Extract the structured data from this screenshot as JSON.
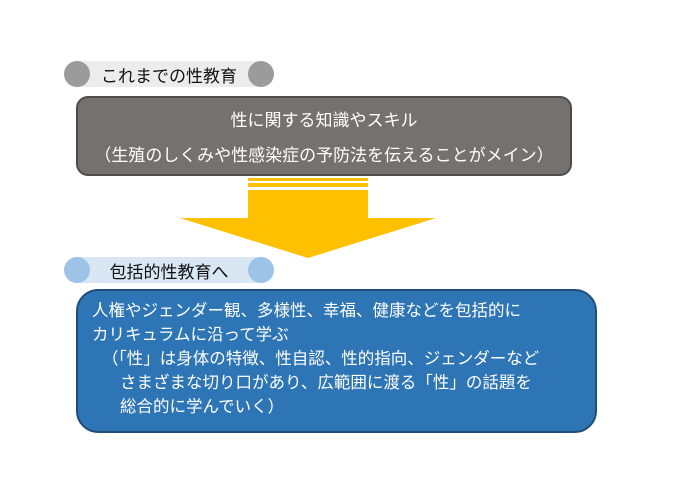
{
  "old_section": {
    "label": "これまでの性教育",
    "box_line1": "性に関する知識やスキル",
    "box_line2": "（生殖のしくみや性感染症の予防法を伝えることがメイン）"
  },
  "new_section": {
    "label": "包括的性教育へ",
    "lines": [
      "人権やジェンダー観、多様性、幸福、健康などを包括的に",
      "カリキュラムに沿って学ぶ",
      "（「性」は身体の特徴、性自認、性的指向、ジェンダーなど",
      "さまざまな切り口があり、広範囲に渡る「性」の話題を",
      "総合的に学んでいく）"
    ]
  },
  "colors": {
    "old_box": "#767171",
    "new_box": "#2e75b6",
    "arrow": "#ffc000",
    "old_pill_cap": "#9b9b9b",
    "new_pill_cap": "#9dc3e6"
  }
}
